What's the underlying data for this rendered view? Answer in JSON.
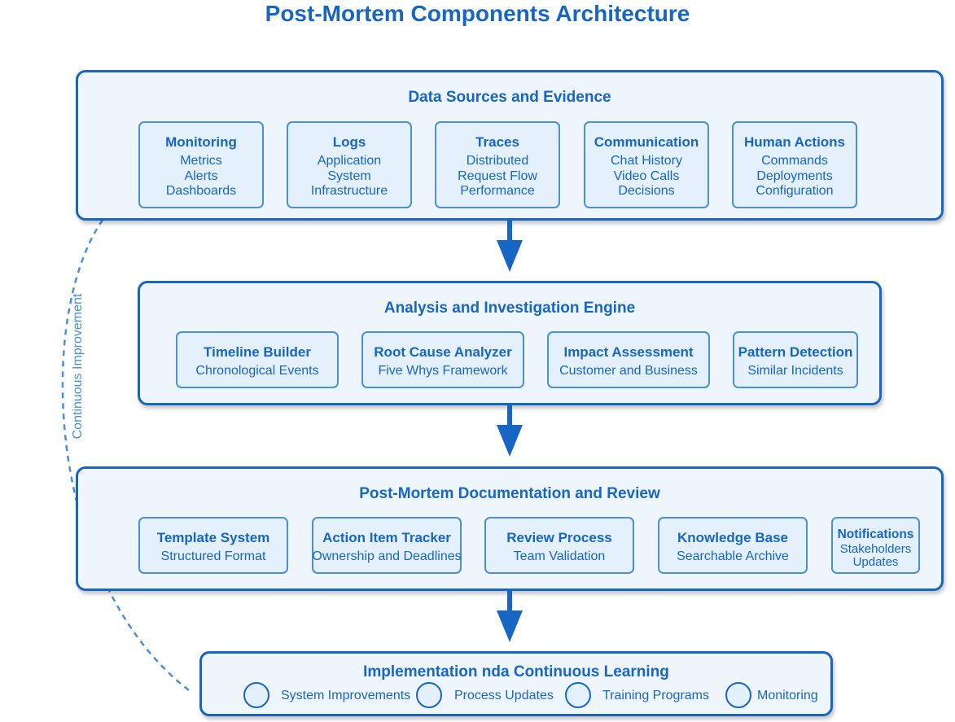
{
  "title": "Post-Mortem Components Architecture",
  "colors": {
    "primary": "#1766c4",
    "accent": "#4a8fd8",
    "panel_fill": "#eef5fd",
    "card_fill": "#e4f0fb"
  },
  "loop_label": "Continuous Improvement",
  "layers": {
    "data_sources": {
      "title": "Data Sources and Evidence",
      "cards": [
        {
          "title": "Monitoring",
          "lines": [
            "Metrics",
            "Alerts",
            "Dashboards"
          ]
        },
        {
          "title": "Logs",
          "lines": [
            "Application",
            "System",
            "Infrastructure"
          ]
        },
        {
          "title": "Traces",
          "lines": [
            "Distributed",
            "Request Flow",
            "Performance"
          ]
        },
        {
          "title": "Communication",
          "lines": [
            "Chat History",
            "Video Calls",
            "Decisions"
          ]
        },
        {
          "title": "Human Actions",
          "lines": [
            "Commands",
            "Deployments",
            "Configuration"
          ]
        }
      ]
    },
    "analysis": {
      "title": "Analysis and Investigation Engine",
      "cards": [
        {
          "title": "Timeline Builder",
          "lines": [
            "Chronological Events"
          ]
        },
        {
          "title": "Root Cause Analyzer",
          "lines": [
            "Five Whys Framework"
          ]
        },
        {
          "title": "Impact Assessment",
          "lines": [
            "Customer and Business"
          ]
        },
        {
          "title": "Pattern Detection",
          "lines": [
            "Similar Incidents"
          ]
        }
      ]
    },
    "documentation": {
      "title": "Post-Mortem Documentation and Review",
      "cards": [
        {
          "title": "Template System",
          "lines": [
            "Structured Format"
          ]
        },
        {
          "title": "Action Item Tracker",
          "lines": [
            "Ownership and Deadlines"
          ]
        },
        {
          "title": "Review Process",
          "lines": [
            "Team Validation"
          ]
        },
        {
          "title": "Knowledge Base",
          "lines": [
            "Searchable Archive"
          ]
        },
        {
          "title": "Notifications",
          "lines": [
            "Stakeholders",
            "Updates"
          ]
        }
      ]
    },
    "implementation": {
      "title": "Implementation nda Continuous Learning",
      "items": [
        "System Improvements",
        "Process Updates",
        "Training Programs",
        "Monitoring"
      ]
    }
  }
}
